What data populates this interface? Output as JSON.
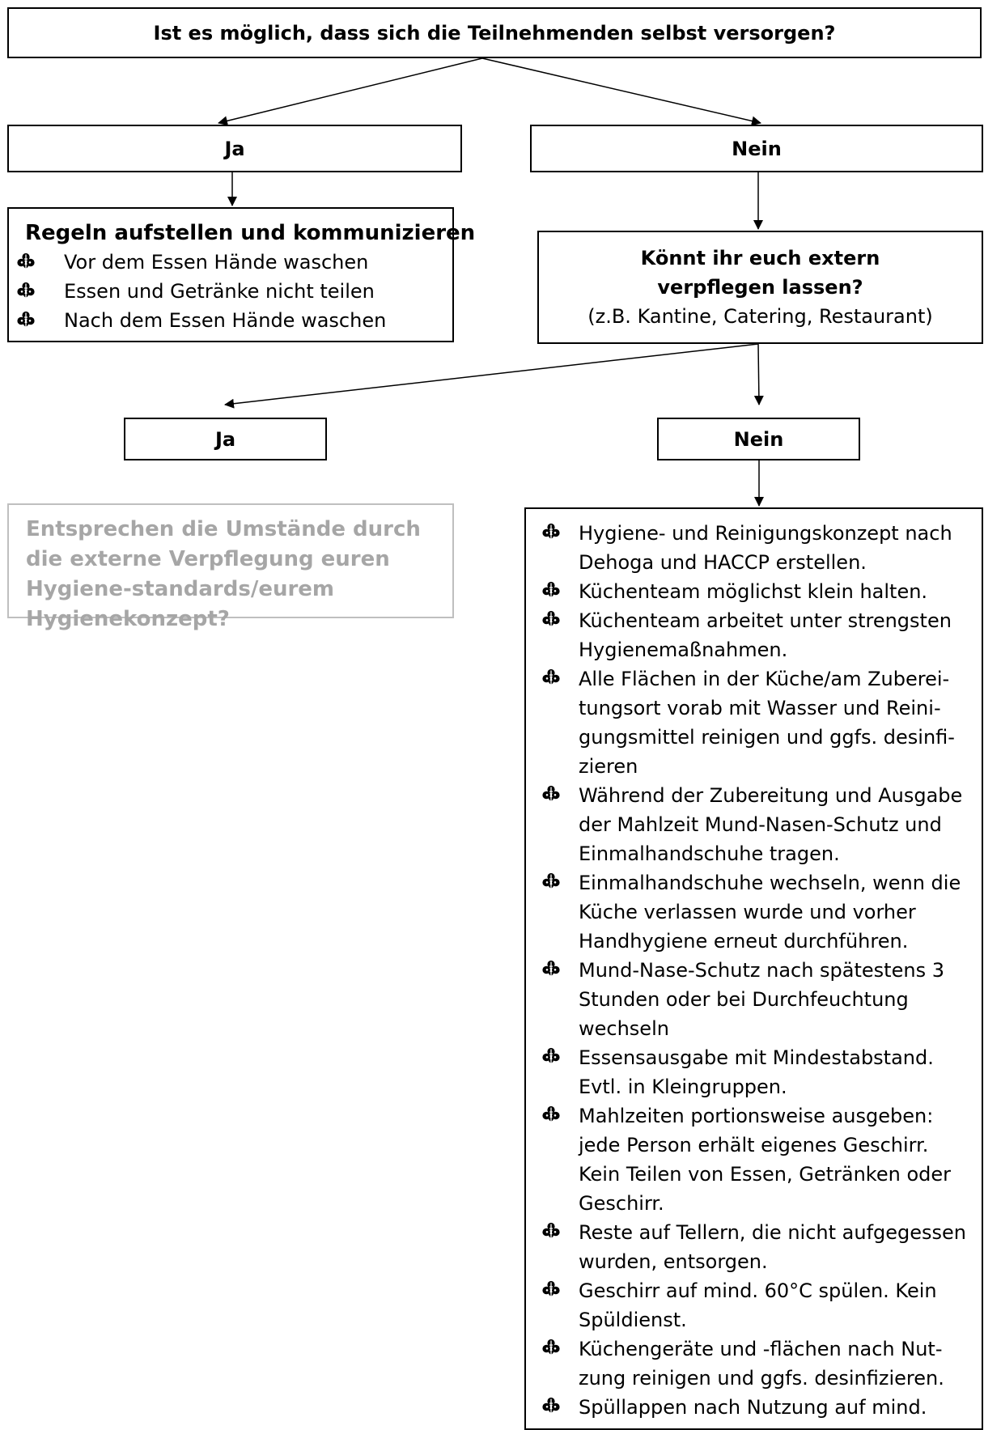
{
  "question_top": "Ist es möglich, dass sich die Teilnehmenden selbst versorgen?",
  "yes_1": "Ja",
  "no_1": "Nein",
  "rules_box": {
    "title": "Regeln aufstellen und kommunizieren",
    "items": [
      "Vor dem Essen Hände waschen",
      "Essen und Getränke nicht teilen",
      "Nach dem Essen Hände waschen"
    ]
  },
  "question_external": {
    "line1": "Könnt ihr euch extern",
    "line2": "verpflegen lassen?",
    "line3": "(z.B. Kantine, Catering, Restaurant)"
  },
  "yes_2": "Ja",
  "no_2": "Nein",
  "hint_text": "Entsprechen die Umstände durch die externe Verpflegung euren Hygiene-standards/eurem Hygienekonzept?",
  "measures": [
    "Hygiene- und Reinigungskonzept nach Dehoga und HACCP erstellen.",
    "Küchenteam möglichst klein halten.",
    "Küchenteam arbeitet unter strengsten Hygienemaßnahmen.",
    "Alle Flächen in der Küche/am Zuberei-tungsort vorab mit Wasser und Reini-gungsmittel reinigen und ggfs. desinfi-zieren",
    "Während der Zubereitung und Ausgabe der Mahlzeit Mund-Nasen-Schutz und Einmalhandschuhe tragen.",
    "Einmalhandschuhe wechseln, wenn die Küche verlassen wurde und vorher Handhygiene erneut durchführen.",
    "Mund-Nase-Schutz nach spätestens 3 Stunden oder bei Durchfeuchtung wechseln",
    "Essensausgabe mit Mindestabstand. Evtl. in Kleingruppen.",
    "Mahlzeiten portionsweise ausgeben: jede Person erhält eigenes Geschirr. Kein Teilen von Essen, Getränken oder Geschirr.",
    "Reste auf Tellern, die nicht aufgegessen wurden, entsorgen.",
    "Geschirr auf mind. 60°C spülen. Kein Spüldienst.",
    "Küchengeräte und -flächen nach Nut-zung reinigen und ggfs. desinfizieren.",
    "Spüllappen nach Nutzung auf mind."
  ],
  "icons": {
    "bullet": "trefoil-icon"
  }
}
